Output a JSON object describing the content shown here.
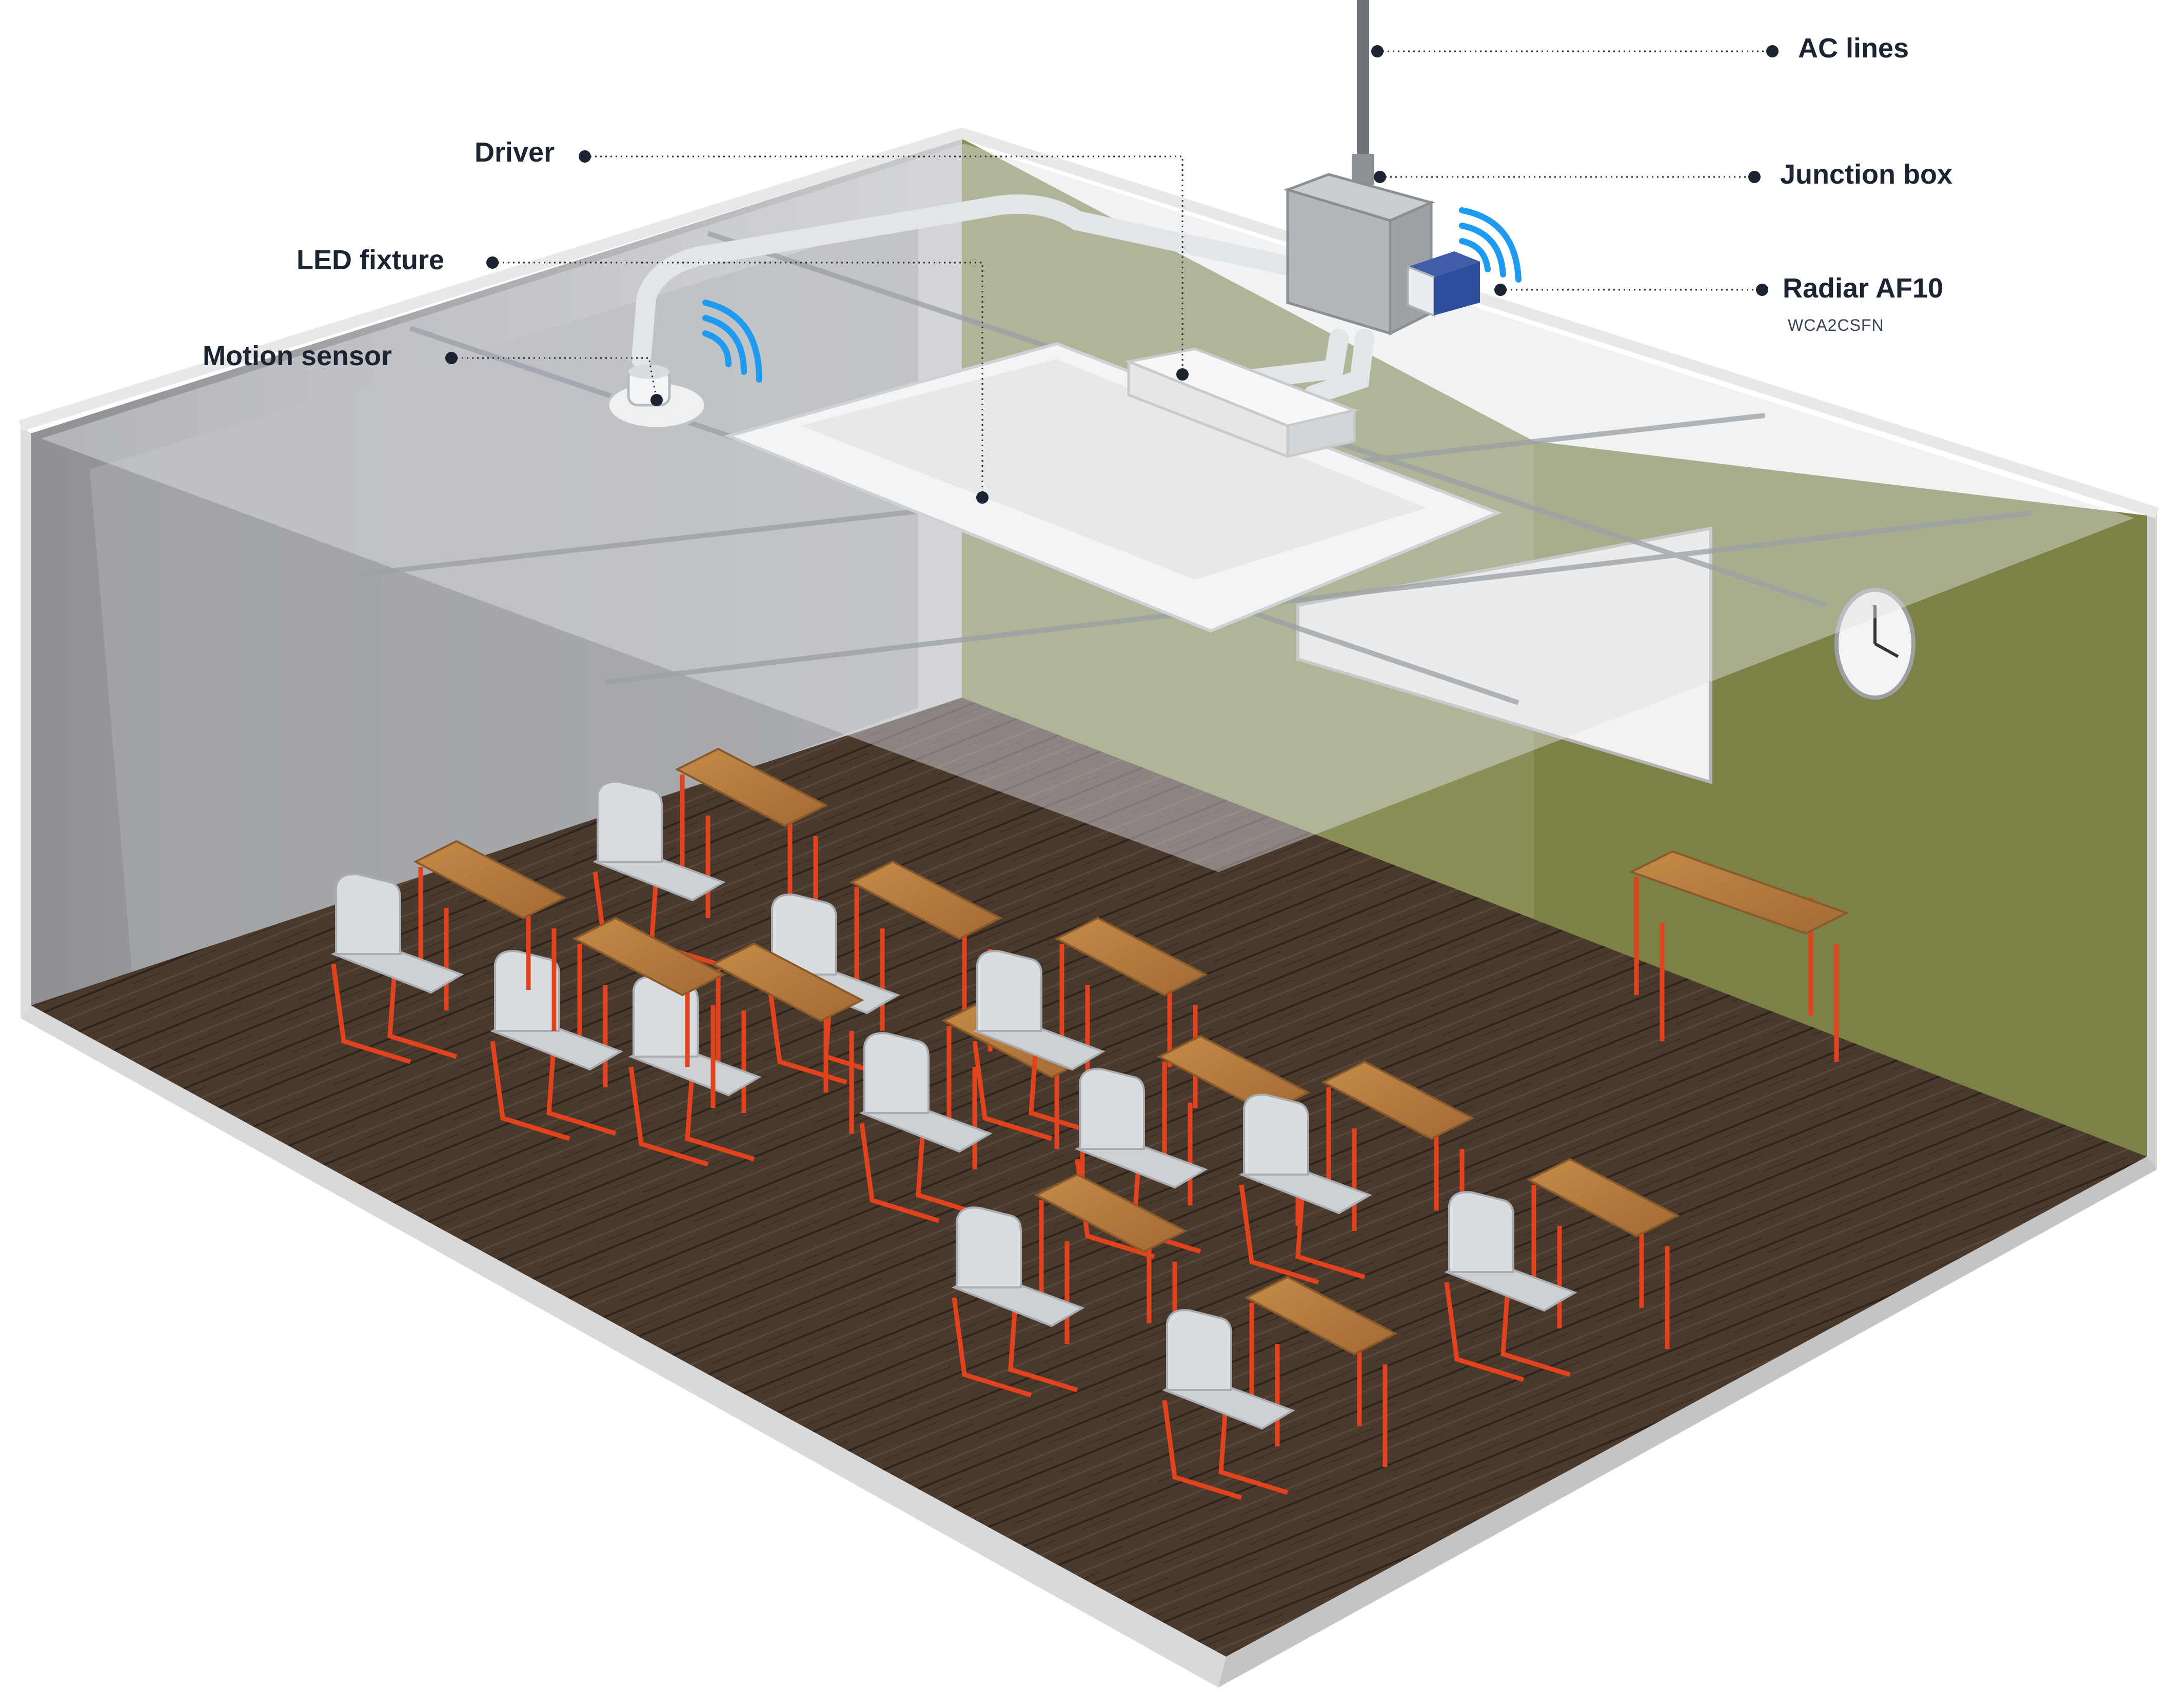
{
  "callouts": {
    "ac_lines": "AC lines",
    "junction_box": "Junction box",
    "radiar": "Radiar AF10",
    "radiar_model": "WCA2CSFN",
    "driver": "Driver",
    "led_fixture": "LED fixture",
    "motion_sensor": "Motion sensor"
  },
  "colors": {
    "floor": "#4a3a2e",
    "right_wall": "#7c8246",
    "desk_top": "#b07a3e",
    "desk_frame": "#e2431c",
    "chair_seat": "#cdd1d6",
    "wifi": "#1e9bf0",
    "ceiling_panel": "#dcdfe2",
    "wall_edge": "#e8e8e8"
  },
  "icons": [
    "wifi-signal-icon",
    "clock-icon",
    "motion-sensor-icon",
    "junction-box-icon",
    "radiar-device-icon"
  ]
}
